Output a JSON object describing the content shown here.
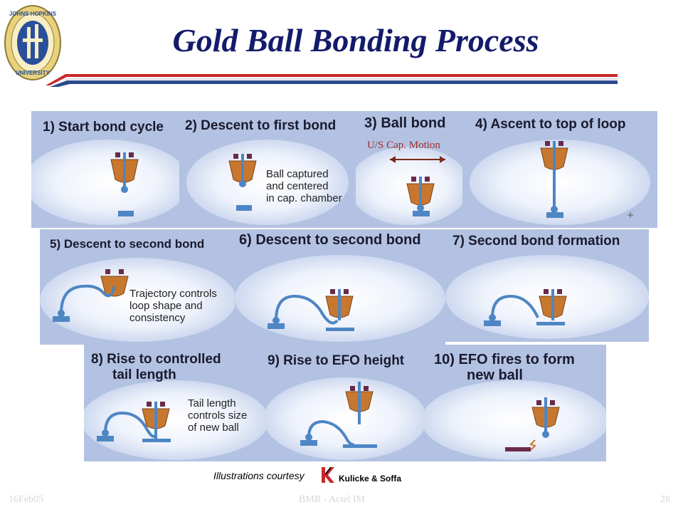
{
  "slide": {
    "title": "Gold Ball Bonding Process",
    "logo_text": "THE JOHNS HOPKINS UNIVERSITY"
  },
  "steps": [
    {
      "label": "1) Start bond cycle"
    },
    {
      "label": "2) Descent to first bond",
      "note": [
        "Ball captured",
        "and centered",
        "in cap. chamber"
      ]
    },
    {
      "label": "3) Ball bond",
      "note": [
        "U/S Cap. Motion"
      ]
    },
    {
      "label": "4) Ascent to top of loop"
    },
    {
      "label": "5) Descent to second bond",
      "note": [
        "Trajectory controls",
        "loop shape and",
        "consistency"
      ]
    },
    {
      "label": "6) Descent to second bond"
    },
    {
      "label": "7) Second bond formation"
    },
    {
      "label": [
        "8) Rise to controlled",
        "tail length"
      ],
      "note": [
        "Tail length",
        "controls size",
        "of new ball"
      ]
    },
    {
      "label": "9) Rise to EFO height"
    },
    {
      "label": [
        "10) EFO fires to form",
        "new ball"
      ]
    }
  ],
  "credit": {
    "text": "Illustrations courtesy",
    "company": "Kulicke & Soffa"
  },
  "footer": {
    "date": "16Feb05",
    "center": "BMR - Actel IM",
    "page": "28"
  },
  "colors": {
    "title": "#141b6b",
    "panel_bg": "#b3c2e2",
    "capillary": "#c8772f",
    "wire": "#4d86c4",
    "clamp": "#6a2a4a",
    "rule_red": "#c8282a",
    "rule_blue": "#2c4b8c"
  }
}
